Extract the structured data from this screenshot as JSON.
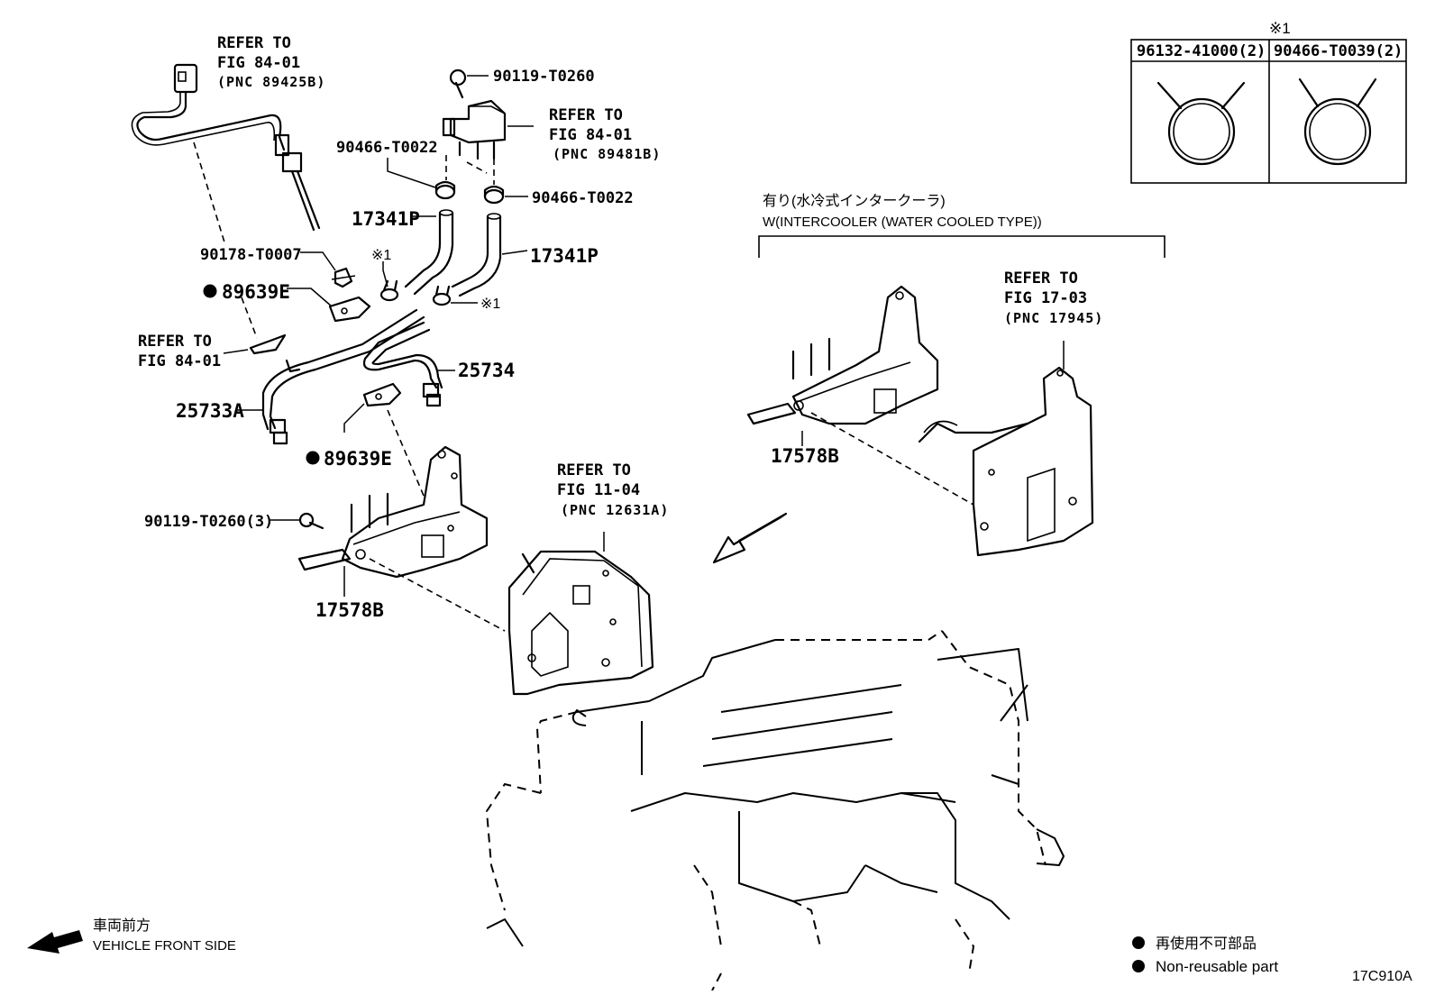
{
  "labels": {
    "refer_fig84_top": "REFER TO",
    "refer_fig84_top_fig": "FIG 84-01",
    "refer_fig84_top_pnc": "(PNC 89425B)",
    "bolt_top": "90119-T0260",
    "refer_sensor": "REFER TO",
    "refer_sensor_fig": "FIG 84-01",
    "refer_sensor_pnc": "(PNC 89481B)",
    "clip_left": "90466-T0022",
    "clip_right": "90466-T0022",
    "hose_left": "17341P",
    "hose_right": "17341P",
    "grommet": "90178-T0007",
    "star1_a": "※1",
    "star1_b": "※1",
    "bracket_e_top": "89639E",
    "refer_fig84_mid": "REFER TO",
    "refer_fig84_mid_fig": "FIG 84-01",
    "pipe_25734": "25734",
    "pipe_25733a": "25733A",
    "bracket_e_bottom": "89639E",
    "bolt_bottom": "90119-T0260(3)",
    "bracket_left": "17578B",
    "refer_fig11": "REFER TO",
    "refer_fig11_fig": "FIG 11-04",
    "refer_fig11_pnc": "(PNC 12631A)",
    "intercooler_jp": "有り(水冷式インタークーラ)",
    "intercooler_en": "W(INTERCOOLER (WATER COOLED TYPE))",
    "refer_fig17": "REFER TO",
    "refer_fig17_fig": "FIG 17-03",
    "refer_fig17_pnc": "(PNC 17945)",
    "bracket_right": "17578B",
    "front_jp": "車両前方",
    "front_en": "VEHICLE FRONT SIDE",
    "legend_jp": "再使用不可部品",
    "legend_en": "Non-reusable part",
    "figure_code": "17C910A"
  },
  "inset": {
    "header": "※1",
    "col1": "96132-41000(2)",
    "col2": "90466-T0039(2)"
  }
}
